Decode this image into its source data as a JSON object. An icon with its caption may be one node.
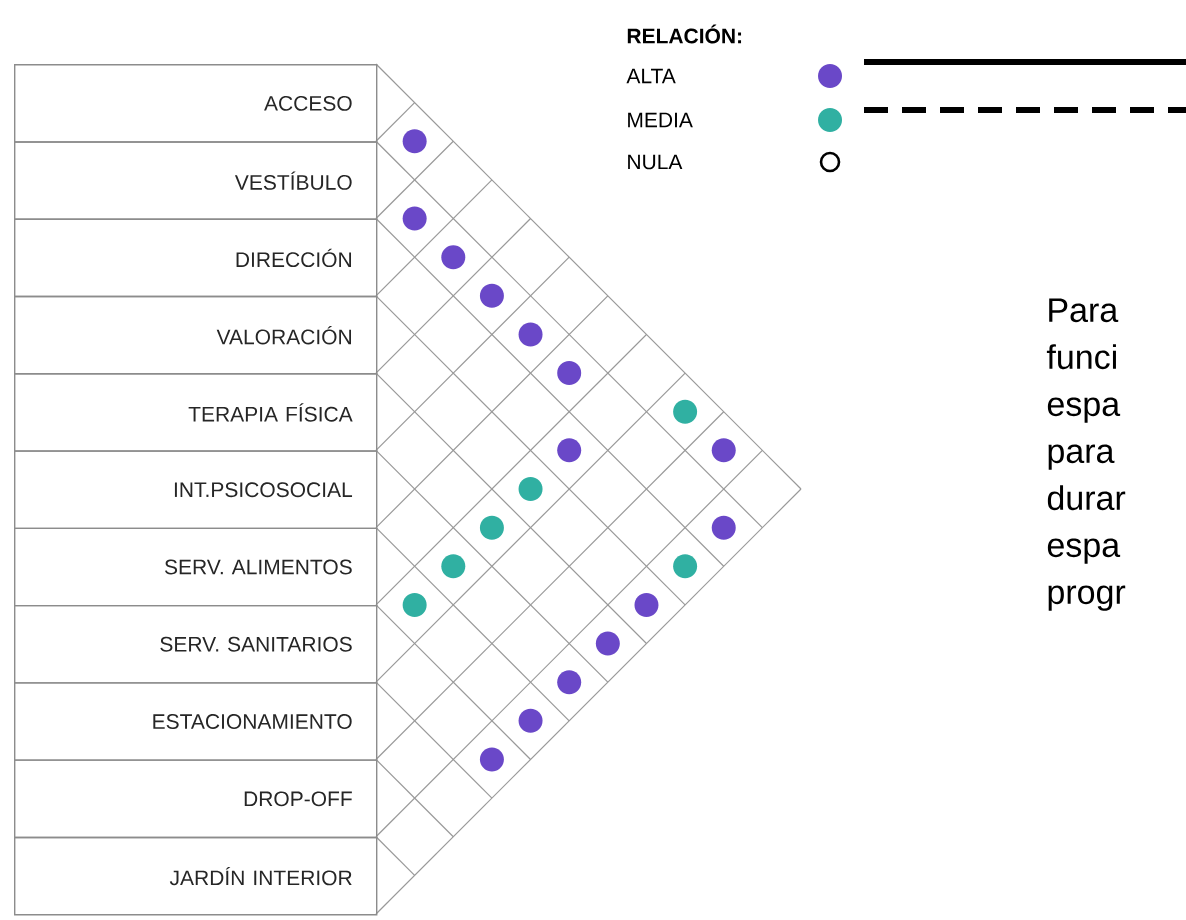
{
  "diagram": {
    "nodes": [
      {
        "text": [
          "ACCESO"
        ]
      },
      {
        "text": [
          "VESTÍBULO"
        ]
      },
      {
        "text": [
          "DIRECCIÓN"
        ]
      },
      {
        "text": [
          "VALORACIÓN"
        ]
      },
      {
        "text": [
          "TERAPIA FÍSICA"
        ]
      },
      {
        "text": [
          "INT.PSICOSOCIAL"
        ]
      },
      {
        "text": [
          "SERV. ALIMENTOS"
        ]
      },
      {
        "text": [
          "SERV. SANITARIOS"
        ]
      },
      {
        "text": [
          "ESTACIONAMIENTO"
        ]
      },
      {
        "text": [
          "DROP-OFF"
        ]
      },
      {
        "text": [
          "JARDÍN INTERIOR"
        ]
      }
    ],
    "labels": [
      "RELACIÓN:",
      "Para funci espa para durar espa progr"
    ],
    "legend": [
      {
        "text": "ALTA",
        "color": "#6a48c8"
      },
      {
        "text": "MEDIA",
        "color": "#30b0a2"
      },
      {
        "text": "NULA"
      }
    ]
  }
}
